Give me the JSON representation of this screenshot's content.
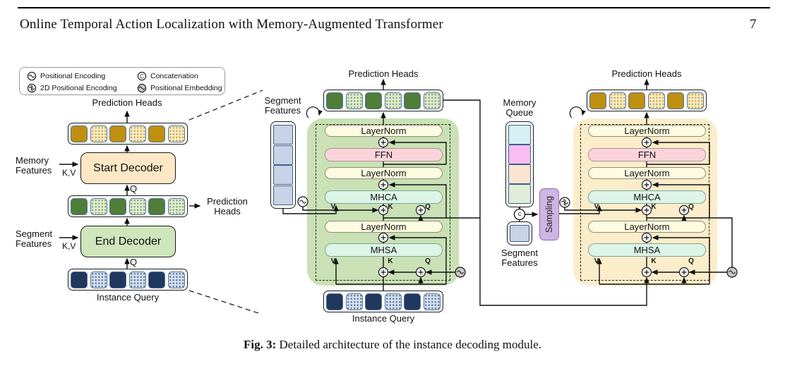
{
  "header": {
    "title": "Online Temporal Action Localization with Memory-Augmented Transformer",
    "page_number": "7"
  },
  "caption": {
    "label": "Fig. 3:",
    "text": " Detailed architecture of the instance decoding module."
  },
  "legend": {
    "items": [
      {
        "icon": "positional-encoding-icon",
        "label": "Positional Encoding"
      },
      {
        "icon": "2d-positional-encoding-icon",
        "label": "2D Positional Encoding"
      },
      {
        "icon": "concatenation-icon",
        "label": "Concatenation"
      },
      {
        "icon": "positional-embedding-icon",
        "label": "Positional Embedding"
      }
    ]
  },
  "left_panel": {
    "prediction_heads_top": "Prediction Heads",
    "memory_features": "Memory Features",
    "kv": "K,V",
    "q": "Q",
    "start_decoder": "Start Decoder",
    "prediction_heads_right": "Prediction Heads",
    "segment_features": "Segment Features",
    "end_decoder": "End Decoder",
    "instance_query": "Instance Query"
  },
  "middle_panel": {
    "prediction_heads": "Prediction Heads",
    "segment_features": "Segment Features",
    "instance_query": "Instance Query",
    "blocks": {
      "ln1": "LayerNorm",
      "ffn": "FFN",
      "ln2": "LayerNorm",
      "mhca": "MHCA",
      "ln3": "LayerNorm",
      "mhsa": "MHSA"
    },
    "v": "V",
    "k": "K",
    "q": "Q"
  },
  "right_panel": {
    "prediction_heads": "Prediction Heads",
    "memory_queue": "Memory Queue",
    "segment_features": "Segment Features",
    "sampling": "Sampling",
    "blocks": {
      "ln1": "LayerNorm",
      "ffn": "FFN",
      "ln2": "LayerNorm",
      "mhca": "MHCA",
      "ln3": "LayerNorm",
      "mhsa": "MHSA"
    },
    "v": "V",
    "k": "K",
    "q": "Q"
  },
  "icons": {
    "legend_concat": "C",
    "diagram_concat": "c"
  },
  "colors": {
    "token_gold": "#bf8f0f",
    "token_gold_hatch": "#f8ecc6",
    "token_green": "#4e7e38",
    "token_green_hatch": "#dfecd2",
    "token_navy": "#20375e",
    "token_navy_hatch": "#d6dfee",
    "start_decoder_fill": "#fce8c5",
    "end_decoder_fill": "#cfe5bb",
    "middle_container": "#c9e1b5",
    "right_container": "#fcedca",
    "layernorm_fill": "#fdfbe0",
    "ffn_fill": "#fbd4db",
    "attention_fill": "#dcf5e7",
    "sampling_fill": "#cdb6e3",
    "memory_queue_cells": [
      "#d7f0f3",
      "#f9bdf1",
      "#fae5d0",
      "#e1edd6"
    ],
    "segment_feature_cell": "#c7d3e6"
  }
}
